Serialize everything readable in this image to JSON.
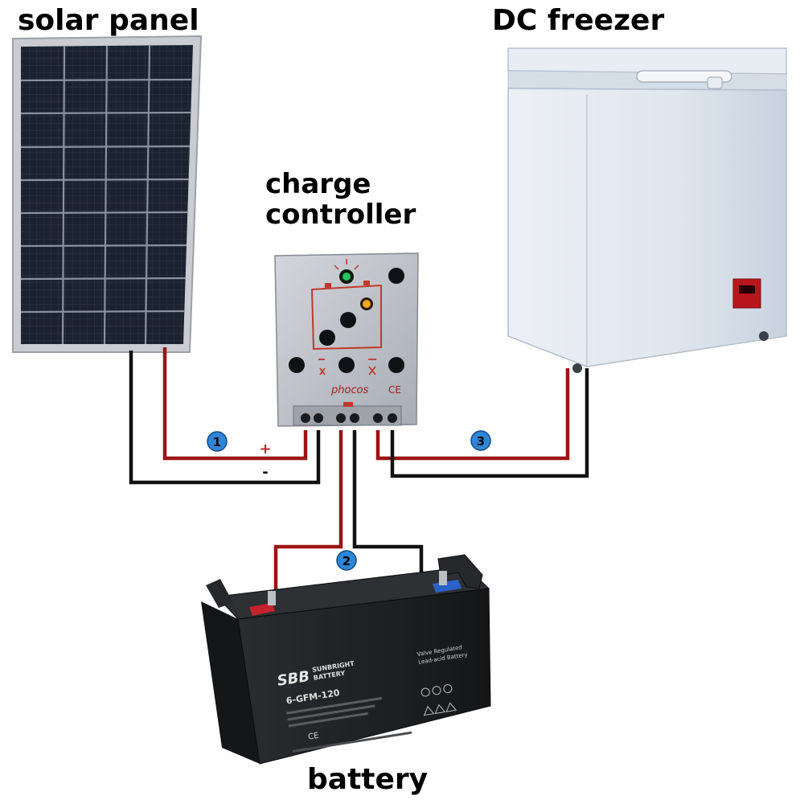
{
  "labels": {
    "solar_panel": "solar panel",
    "dc_freezer": "DC freezer",
    "charge_controller_line1": "charge",
    "charge_controller_line2": "controller",
    "battery": "battery"
  },
  "controller": {
    "brand": "phocos",
    "ce_mark": "CE"
  },
  "battery_unit": {
    "brand_logo": "SBB",
    "brand_name_line1": "SUNBRIGHT",
    "brand_name_line2": "BATTERY",
    "model": "6-GFM-120",
    "side_note_line1": "Valve Regulated",
    "side_note_line2": "Lead-acid Battery",
    "cert_marks": "CE"
  },
  "connections": [
    {
      "number": "1",
      "plus_sign": "+",
      "minus_sign": "-"
    },
    {
      "number": "2"
    },
    {
      "number": "3"
    }
  ],
  "colors": {
    "positive_wire": "#9b1414",
    "negative_wire": "#111111",
    "badge": "#2f86d6",
    "panel_frame": "#c9ccd0",
    "freezer_body": "#dde4ec",
    "battery_case": "#1d1f22"
  },
  "icons": [
    "sun-icon",
    "battery-icon",
    "lightbulb-icon",
    "load-off-icon"
  ]
}
